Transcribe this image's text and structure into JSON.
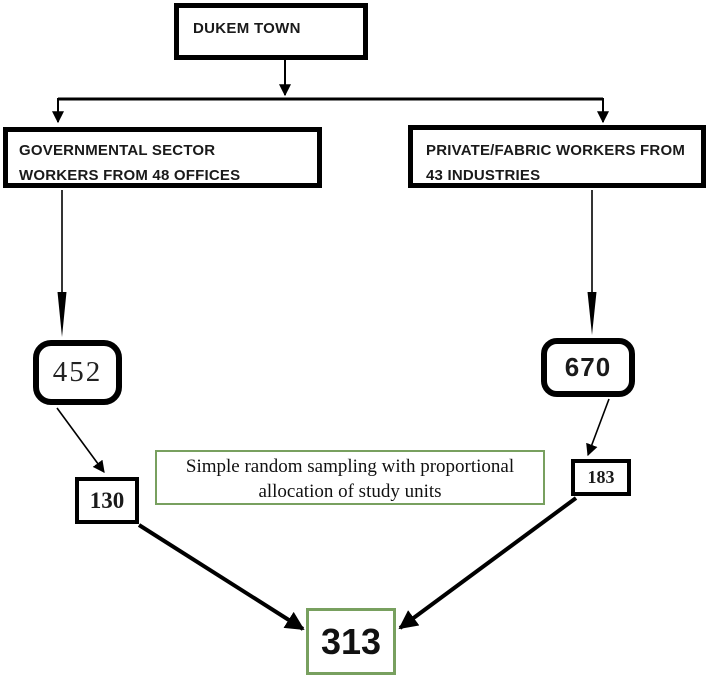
{
  "diagram": {
    "kind": "sampling-flowchart",
    "colors": {
      "accent_green": "#78a05f",
      "line_black": "#000000"
    }
  },
  "nodes": {
    "dukem": {
      "label": "DUKEM TOWN"
    },
    "governmental": {
      "line1": "GOVERNMENTAL SECTOR",
      "line2": "WORKERS FROM 48 OFFICES"
    },
    "private": {
      "line1": "PRIVATE/FABRIC WORKERS FROM",
      "line2": "43 INDUSTRIES"
    },
    "gov_population": {
      "value": "452"
    },
    "priv_population": {
      "value": "670"
    },
    "gov_sample": {
      "value": "130"
    },
    "priv_sample": {
      "value": "183"
    },
    "method": {
      "line1": "Simple random sampling with proportional",
      "line2": "allocation of study units"
    },
    "total_sample": {
      "value": "313"
    }
  }
}
